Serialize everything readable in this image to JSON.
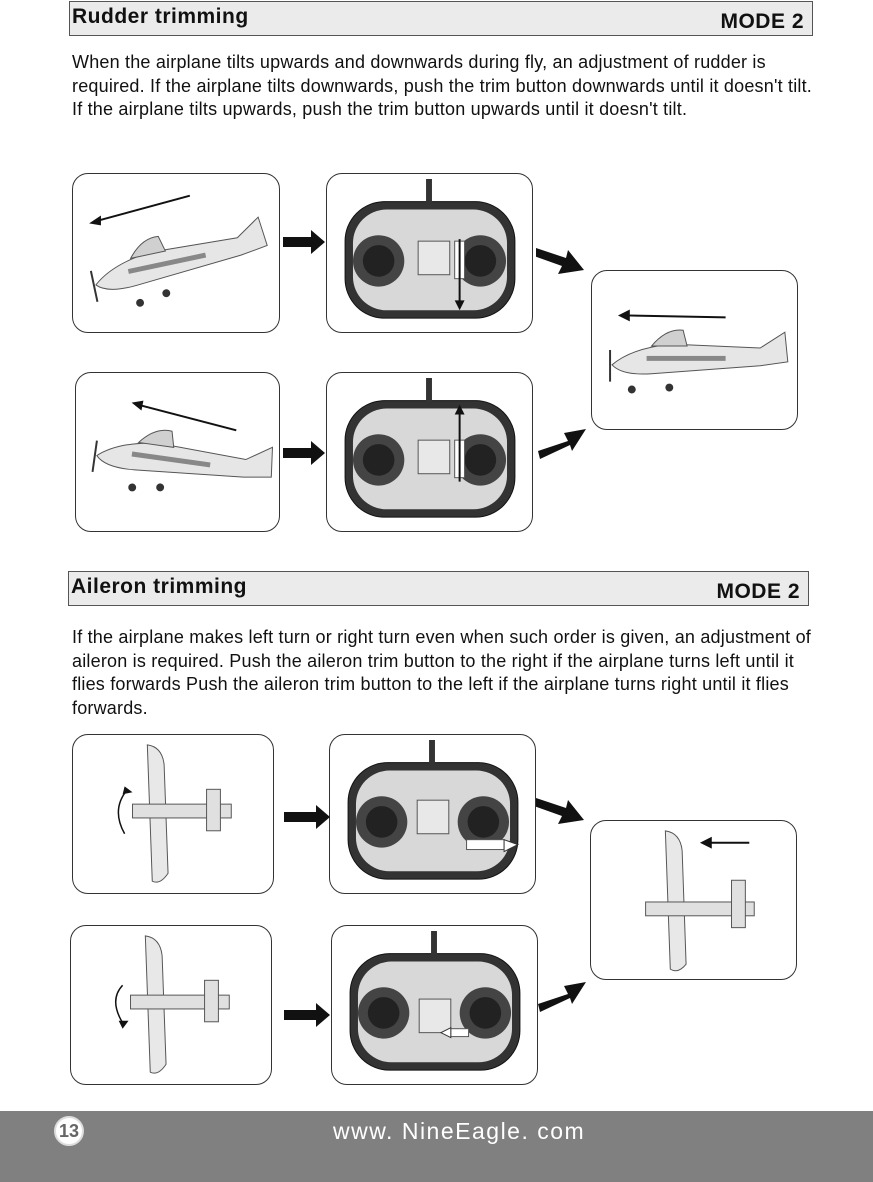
{
  "sections": [
    {
      "title": "Rudder trimming",
      "mode": "MODE 2",
      "text": "When the airplane tilts upwards and downwards during fly, an adjustment of rudder is required. If the airplane tilts downwards, push the trim button downwards until it doesn't tilt. If the airplane tilts upwards, push the trim button upwards until it doesn't tilt."
    },
    {
      "title": "Aileron trimming",
      "mode": "MODE 2",
      "text": "If the airplane makes left turn or right turn even when such order is given, an adjustment of aileron is required. Push the aileron trim button to the right if the airplane turns left until it flies forwards Push the aileron trim button to the left if the airplane turns right until it flies forwards."
    }
  ],
  "figures": {
    "rudder": [
      "airplane-tilting-down",
      "transmitter-trim-down",
      "airplane-tilting-up",
      "transmitter-trim-up",
      "airplane-level"
    ],
    "aileron": [
      "airplane-turning-left",
      "transmitter-trim-right",
      "airplane-turning-right",
      "transmitter-trim-left",
      "airplane-straight"
    ]
  },
  "footer": {
    "page_number": "13",
    "website": "www. NineEagle. com"
  }
}
